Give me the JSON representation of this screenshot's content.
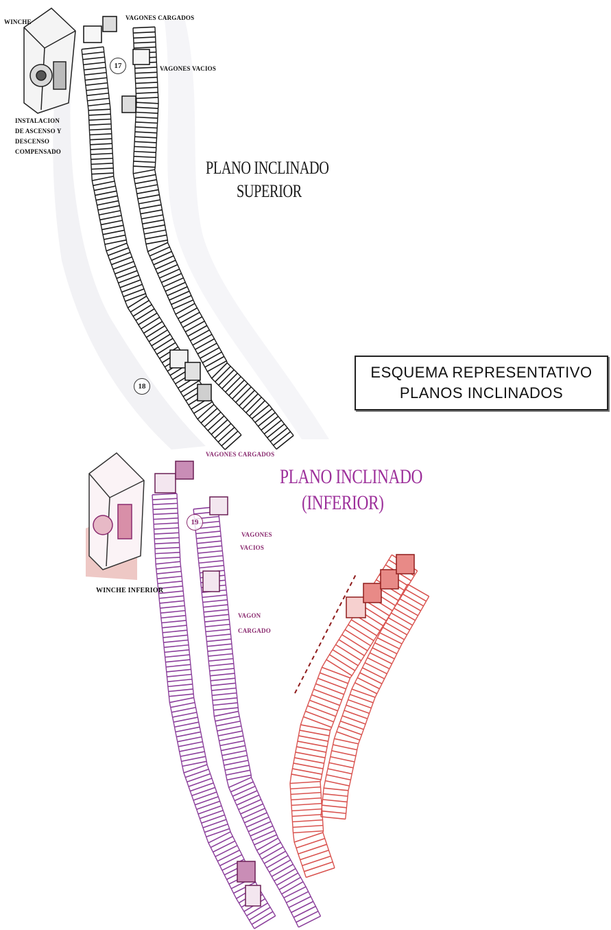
{
  "upper": {
    "winch_label": "WINCHE",
    "loaded_wagons_label": "VAGONES CARGADOS",
    "empty_wagons_label": "VAGONES VACIOS",
    "installation_label": [
      "INSTALACION",
      "DE ASCENSO Y",
      "DESCENSO",
      "COMPENSADO"
    ],
    "title_line1": "PLANO INCLINADO",
    "title_line2": "SUPERIOR",
    "marker_top": "17",
    "marker_bottom": "18"
  },
  "legend": {
    "line1": "ESQUEMA REPRESENTATIVO",
    "line2": "PLANOS INCLINADOS"
  },
  "lower": {
    "loaded_wagons_label": "VAGONES CARGADOS",
    "title_line1": "PLANO INCLINADO",
    "title_line2": "(INFERIOR)",
    "empty_wagons_label": [
      "VAGONES",
      "VACIOS"
    ],
    "winch_label": "WINCHE INFERIOR",
    "loaded_wagon_label": [
      "VAGON",
      "CARGADO"
    ],
    "marker": "19"
  },
  "colors": {
    "upper_ink": "#1a1a1a",
    "lower_track": "#8b3f9b",
    "lower_right_track": "#d9534f",
    "lower_title": "#9c2f9a"
  }
}
